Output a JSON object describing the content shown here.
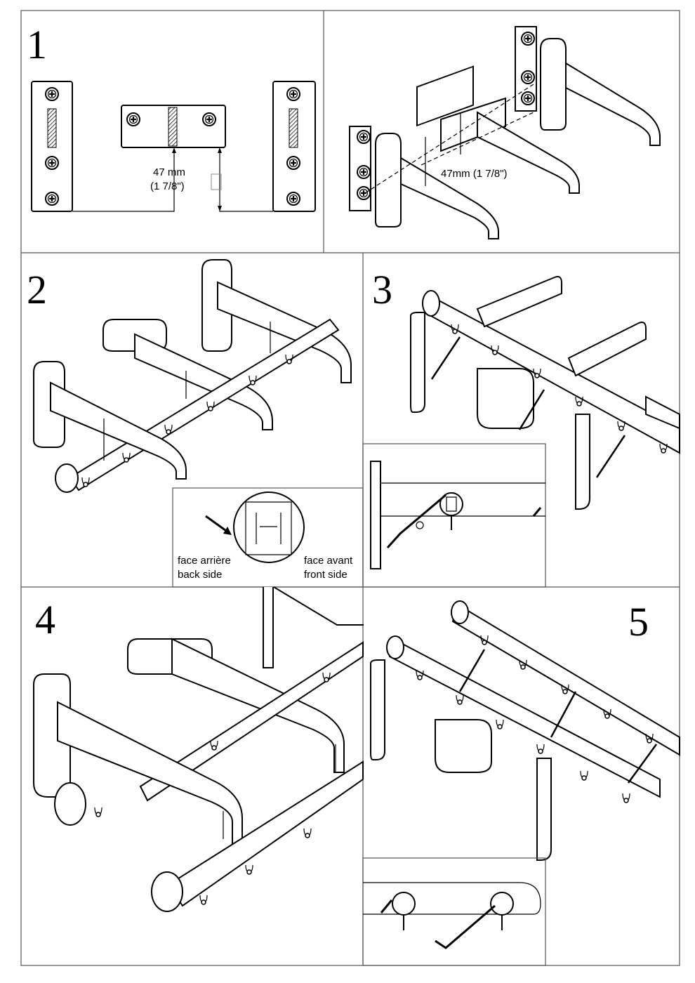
{
  "steps": {
    "step1": {
      "number": "1",
      "dimension_mm": "47 mm",
      "dimension_in": "(1 7/8\")",
      "dimension_iso": "47mm (1 7/8\")"
    },
    "step2": {
      "number": "2",
      "back_fr": "face arrière",
      "back_en": "back side",
      "front_fr": "face avant",
      "front_en": "front side"
    },
    "step3": {
      "number": "3"
    },
    "step4": {
      "number": "4"
    },
    "step5": {
      "number": "5"
    }
  }
}
